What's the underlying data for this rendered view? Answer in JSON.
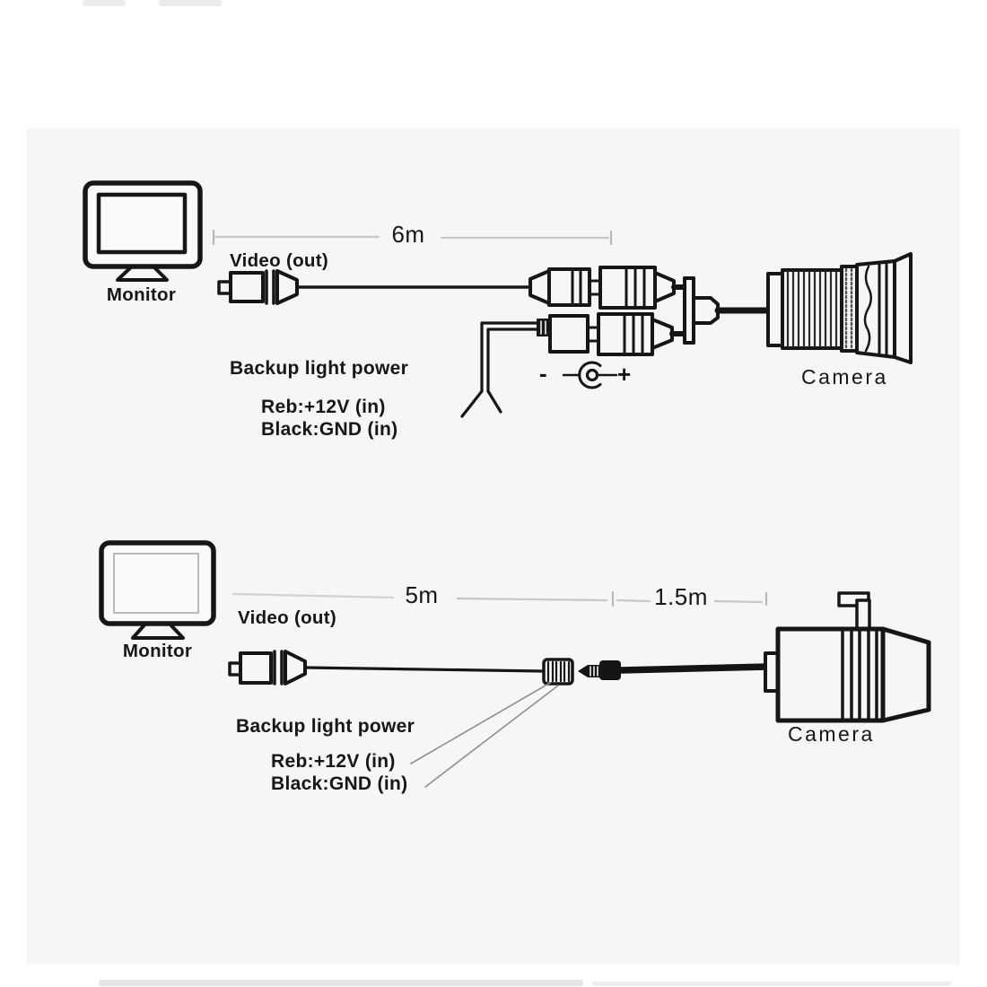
{
  "colors": {
    "ink": "#161616",
    "panel_background": "#f6f6f8",
    "dimension_line": "#c6c6cb",
    "leader_line": "#8d8d92"
  },
  "diagram_top": {
    "monitor": {
      "label": "Monitor"
    },
    "video_out_label": "Video (out)",
    "cable_length": "6m",
    "backup_power": {
      "title": "Backup light power",
      "red_wire": "Reb:+12V (in)",
      "black_wire": "Black:GND (in)"
    },
    "polarity": {
      "negative": "-",
      "positive": "+"
    },
    "camera": {
      "label": "Camera"
    }
  },
  "diagram_bottom": {
    "monitor": {
      "label": "Monitor"
    },
    "video_out_label": "Video (out)",
    "monitor_to_connector_length": "5m",
    "connector_to_camera_length": "1.5m",
    "backup_power": {
      "title": "Backup light power",
      "red_wire": "Reb:+12V (in)",
      "black_wire": "Black:GND (in)"
    },
    "camera": {
      "label": "Camera"
    }
  }
}
